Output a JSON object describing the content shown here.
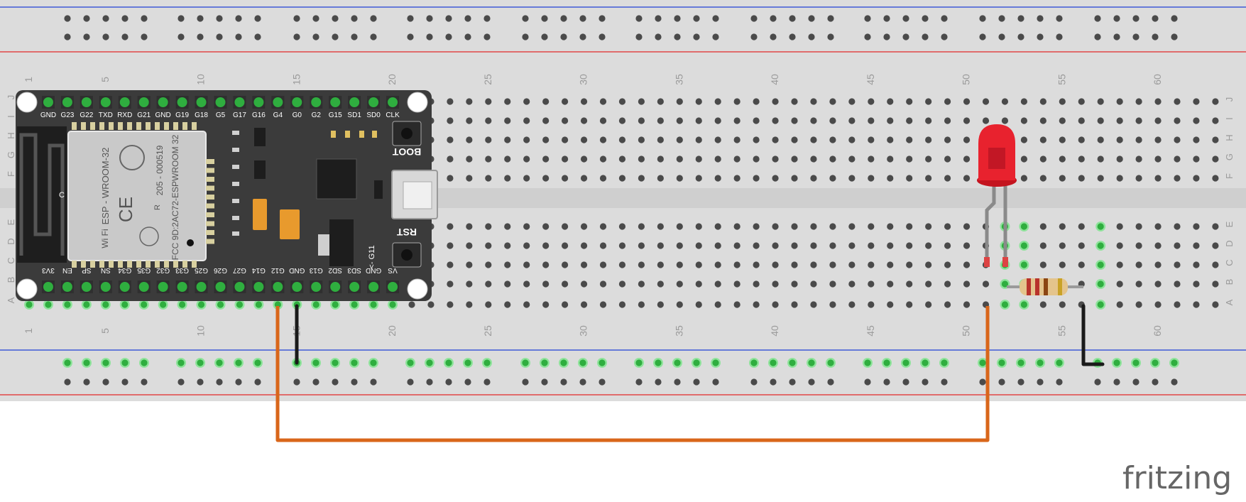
{
  "colors": {
    "board": "#dcdcdc",
    "rail_blue": "#1f3fd6",
    "rail_red": "#e22a2a",
    "hole": "#3a3a3a",
    "connected": "#2fae3f",
    "pcb": "#3b3b3b",
    "wire_orange": "#d9661a",
    "wire_black": "#1a1a1a",
    "led_red": "#e8222e"
  },
  "breadboard": {
    "column_numbers": [
      "1",
      "5",
      "10",
      "15",
      "20",
      "25",
      "30",
      "35",
      "40",
      "45",
      "50",
      "55",
      "60"
    ],
    "row_letters_top": [
      "J",
      "I",
      "H",
      "G",
      "F"
    ],
    "row_letters_bottom": [
      "E",
      "D",
      "C",
      "B",
      "A"
    ]
  },
  "esp32": {
    "top_pins": [
      "GND",
      "G23",
      "G22",
      "TXD",
      "RXD",
      "G21",
      "GND",
      "G19",
      "G18",
      "G5",
      "G17",
      "G16",
      "G4",
      "G0",
      "G2",
      "G15",
      "SD1",
      "SD0",
      "CLK"
    ],
    "bottom_pins": [
      "3V3",
      "EN",
      "SP",
      "SN",
      "G34",
      "G35",
      "G32",
      "G33",
      "G25",
      "G26",
      "G27",
      "G14",
      "G12",
      "GND",
      "G13",
      "SD2",
      "SD3",
      "GND",
      "VS"
    ],
    "module_label": "ESP - WROOM-32",
    "fcc_label": "FCC 9D:2AC72-ESPWROOM 32",
    "cert_label": "205 - 000519",
    "boot_label": "BOOT",
    "rst_label": "RST",
    "g11_label": "<- G11",
    "c_label": "C",
    "wifi_label": "Wi Fi",
    "ce_label": "CE",
    "r_label": "R"
  },
  "watermark": "fritzing"
}
